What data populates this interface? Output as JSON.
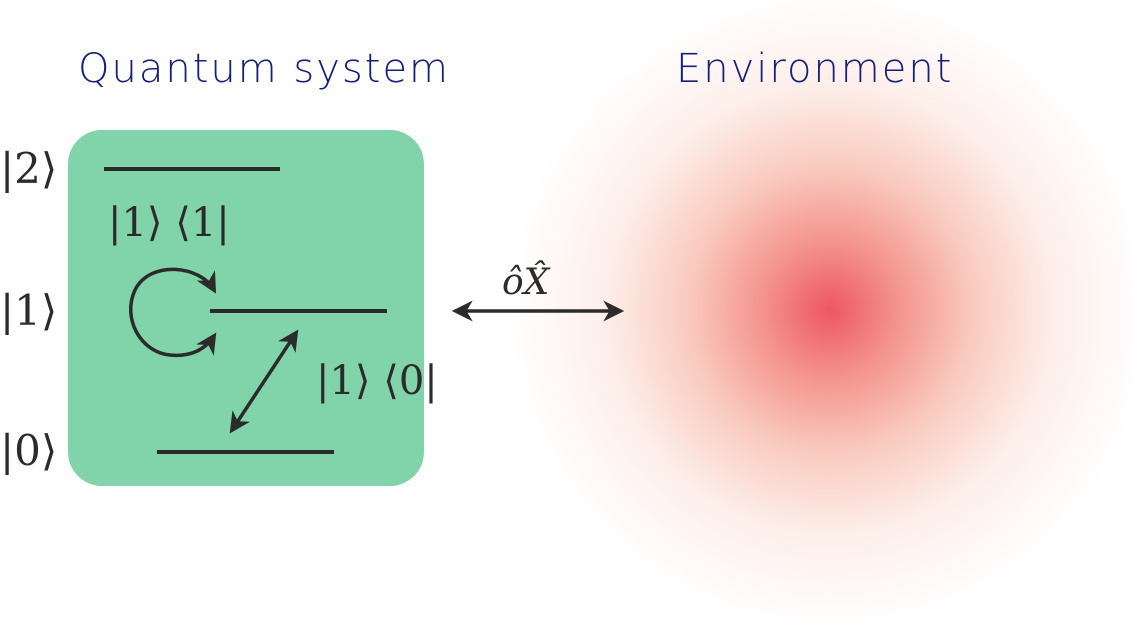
{
  "headings": {
    "system": "Quantum system",
    "environment": "Environment"
  },
  "levels": {
    "ket_2": "|2⟩",
    "ket_1": "|1⟩",
    "ket_0": "|0⟩"
  },
  "operators": {
    "self_projector": "|1⟩ ⟨1|",
    "transition": "|1⟩ ⟨0|",
    "coupling": "ôX̂"
  },
  "colors": {
    "heading_text": "#16207a",
    "system_box": "#81d3a9",
    "environment_glow": "#ec4e58",
    "lines": "#2b2b2b"
  }
}
